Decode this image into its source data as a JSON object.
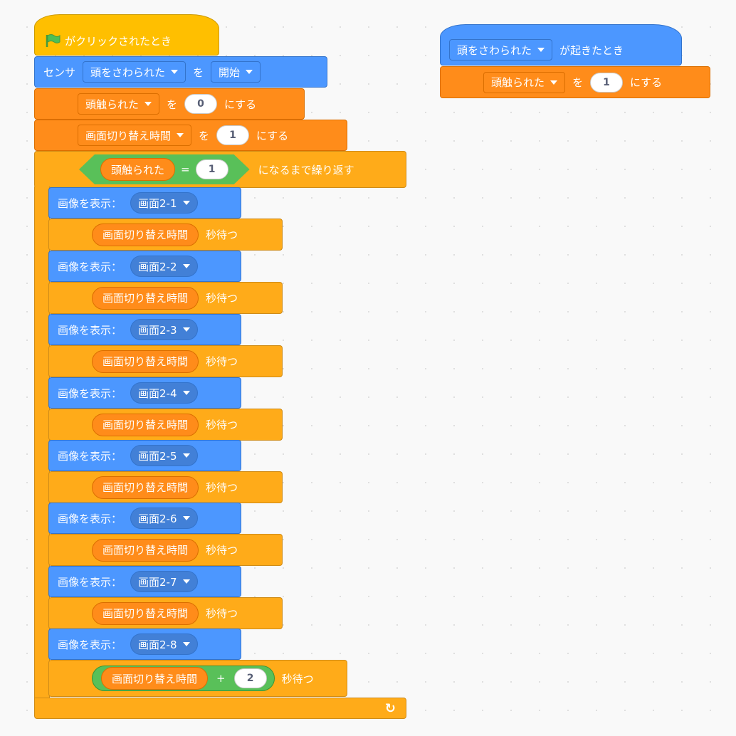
{
  "script1": {
    "hat": {
      "label": "がクリックされたとき"
    },
    "sensor": {
      "label": "センサ",
      "sensor_dd": "頭をさわられた",
      "wo": "を",
      "action_dd": "開始"
    },
    "set1": {
      "var": "頭触られた",
      "wo": "を",
      "value": "0",
      "suffix": "にする"
    },
    "set2": {
      "var": "画面切り替え時間",
      "wo": "を",
      "value": "1",
      "suffix": "にする"
    },
    "repeat": {
      "left": "頭触られた",
      "eq": "=",
      "right": "1",
      "suffix": "になるまで繰り返す",
      "loop_icon": "↻"
    },
    "body": [
      {
        "show_label": "画像を表示：",
        "costume": "画面2-1",
        "wait_var": "画面切り替え時間",
        "wait_suffix": "秒待つ"
      },
      {
        "show_label": "画像を表示：",
        "costume": "画面2-2",
        "wait_var": "画面切り替え時間",
        "wait_suffix": "秒待つ"
      },
      {
        "show_label": "画像を表示：",
        "costume": "画面2-3",
        "wait_var": "画面切り替え時間",
        "wait_suffix": "秒待つ"
      },
      {
        "show_label": "画像を表示：",
        "costume": "画面2-4",
        "wait_var": "画面切り替え時間",
        "wait_suffix": "秒待つ"
      },
      {
        "show_label": "画像を表示：",
        "costume": "画面2-5",
        "wait_var": "画面切り替え時間",
        "wait_suffix": "秒待つ"
      },
      {
        "show_label": "画像を表示：",
        "costume": "画面2-6",
        "wait_var": "画面切り替え時間",
        "wait_suffix": "秒待つ"
      },
      {
        "show_label": "画像を表示：",
        "costume": "画面2-7",
        "wait_var": "画面切り替え時間",
        "wait_suffix": "秒待つ"
      },
      {
        "show_label": "画像を表示：",
        "costume": "画面2-8",
        "wait_var": "画面切り替え時間",
        "plus": "+",
        "plus_value": "2",
        "wait_suffix": "秒待つ"
      }
    ]
  },
  "script2": {
    "hat": {
      "dd": "頭をさわられた",
      "suffix": "が起きたとき"
    },
    "set": {
      "var": "頭触られた",
      "wo": "を",
      "value": "1",
      "suffix": "にする"
    }
  },
  "icons": {
    "flag": "green-flag-icon",
    "caret": "dropdown-caret-icon",
    "loop": "loop-arrow-icon"
  },
  "colors": {
    "motion": "#4c97ff",
    "variables": "#ff8c1a",
    "events": "#ffbf00",
    "control": "#ffab19",
    "operators": "#59c059",
    "background": "#f9f9f9"
  }
}
